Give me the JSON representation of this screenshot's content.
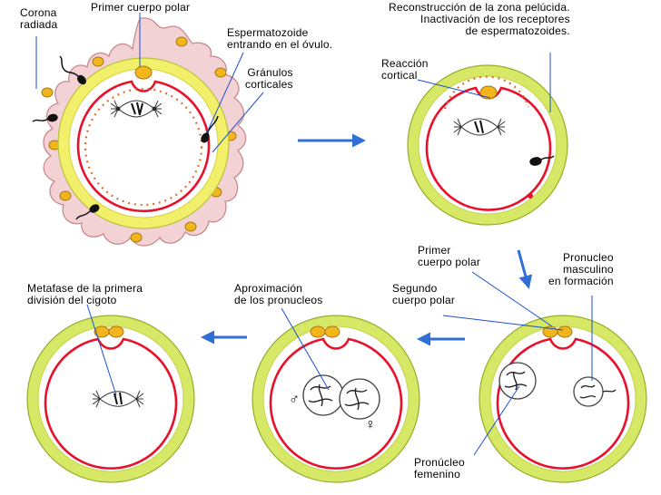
{
  "labels": {
    "corona_radiada": [
      "Corona",
      "radiada"
    ],
    "primer_cuerpo_polar_1": [
      "Primer cuerpo polar"
    ],
    "espermatozoide": [
      "Espermatozoide",
      "entrando en el óvulo."
    ],
    "granulos": [
      "Gránulos",
      "corticales"
    ],
    "reconstruccion": [
      "Reconstrucción de la zona pelúcida.",
      "Inactivación de los receptores",
      "de espermatozoides."
    ],
    "reaccion_cortical": [
      "Reacción",
      "cortical"
    ],
    "primer_cuerpo_polar_2": [
      "Primer",
      "cuerpo polar"
    ],
    "pronucleo_masculino": [
      "Pronucleo",
      "masculino",
      "en formación"
    ],
    "segundo_cuerpo_polar": [
      "Segundo",
      "cuerpo polar"
    ],
    "aproximacion": [
      "Aproximación",
      "de los pronucleos"
    ],
    "metafase": [
      "Metafase de la primera",
      "división del cigoto"
    ],
    "pronucleo_femenino": [
      "Pronúcleo",
      "femenino"
    ]
  },
  "symbols": {
    "male": "♂",
    "female": "♀"
  },
  "colors": {
    "corona": "#f3d2d6",
    "zona": "#d7e866",
    "zona_inner": "#f2f06b",
    "membrane": "#e8102a",
    "polar_body": "#f2b61c",
    "arrow": "#2f6fd6",
    "pointer": "#1a4fd0",
    "granule": "#e0641a"
  }
}
